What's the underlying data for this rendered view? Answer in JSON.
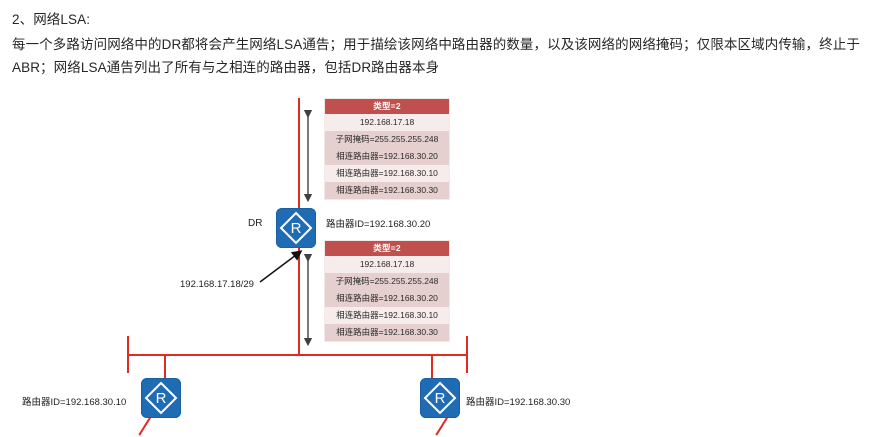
{
  "document": {
    "heading": "2、网络LSA:",
    "body": "每一个多路访问网络中的DR都将会产生网络LSA通告；用于描绘该网络中路由器的数量，以及该网络的网络掩码；仅限本区域内传输，终止于ABR；网络LSA通告列出了所有与之相连的路由器，包括DR路由器本身"
  },
  "diagram": {
    "lsa_tables": [
      {
        "id": "lsa-top",
        "header": "类型=2",
        "rows": [
          "192.168.17.18",
          "子网掩码=255.255.255.248",
          "相连路由器=192.168.30.20",
          "相连路由器=192.168.30.10",
          "相连路由器=192.168.30.30"
        ]
      },
      {
        "id": "lsa-bottom",
        "header": "类型=2",
        "rows": [
          "192.168.17.18",
          "子网掩码=255.255.255.248",
          "相连路由器=192.168.30.20",
          "相连路由器=192.168.30.10",
          "相连路由器=192.168.30.30"
        ]
      }
    ],
    "labels": {
      "dr": "DR",
      "router_id_dr": "路由器ID=192.168.30.20",
      "subnet_annotation": "192.168.17.18/29",
      "router_id_left": "路由器ID=192.168.30.10",
      "router_id_right": "路由器ID=192.168.30.30"
    },
    "routers": [
      {
        "name": "router-dr",
        "glyph": "R"
      },
      {
        "name": "router-left",
        "glyph": "R"
      },
      {
        "name": "router-right",
        "glyph": "R"
      }
    ],
    "colors": {
      "table_header_bg": "#c0504d",
      "table_row_light": "#f6ecec",
      "table_row_dark": "#e6d0cf",
      "network_line": "#e02b20",
      "router_fill": "#1f6cb4",
      "arrow_gray": "#404040"
    }
  }
}
